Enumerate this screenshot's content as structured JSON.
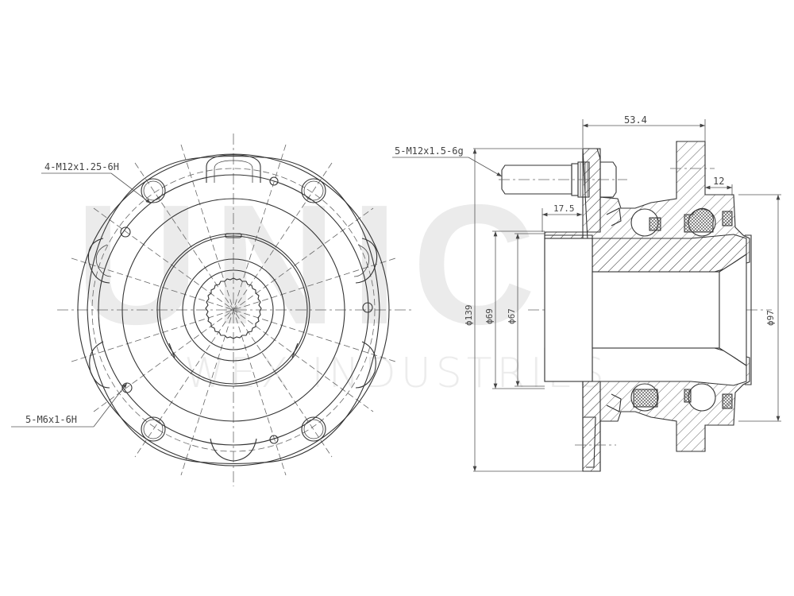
{
  "watermark": {
    "brand": "UNIC",
    "company": "WEX INDUSTRIES"
  },
  "front_view": {
    "callouts": [
      {
        "id": "bolt-holes",
        "text": "4-M12x1.25-6H"
      },
      {
        "id": "small-holes",
        "text": "5-M6x1-6H"
      }
    ]
  },
  "side_view": {
    "callouts": [
      {
        "id": "wheel-studs",
        "text": "5-M12x1.5-6g"
      }
    ],
    "dimensions": {
      "overall_length": "53.4",
      "flange_offset": "17.5",
      "rear_offset": "12",
      "flange_diameter": "ϕ139",
      "pilot_diameter_outer": "ϕ69",
      "pilot_diameter_inner": "ϕ67",
      "rear_diameter": "ϕ97"
    }
  },
  "colors": {
    "line": "#333333",
    "watermark": "#ebebeb",
    "background": "#ffffff"
  }
}
